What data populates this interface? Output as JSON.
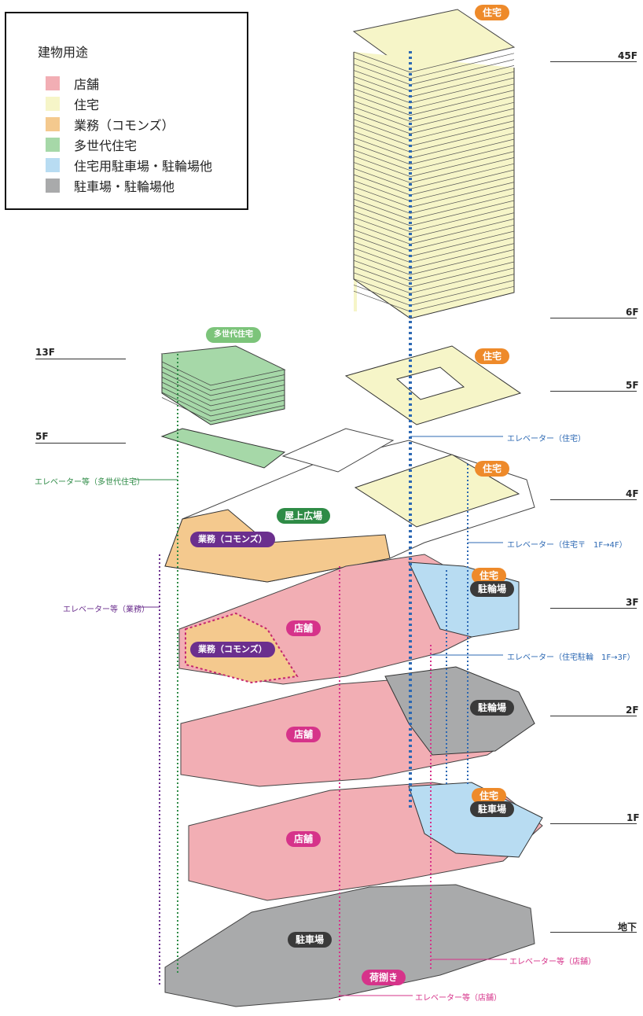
{
  "legend": {
    "title": "建物用途",
    "items": [
      {
        "label": "店舗",
        "color": "#f2aeb4"
      },
      {
        "label": "住宅",
        "color": "#f6f5c8"
      },
      {
        "label": "業務（コモンズ）",
        "color": "#f4c98e"
      },
      {
        "label": "多世代住宅",
        "color": "#a6d8a8"
      },
      {
        "label": "住宅用駐車場・駐輪場他",
        "color": "#b8dcf2"
      },
      {
        "label": "駐車場・駐輪場他",
        "color": "#a9aaab"
      }
    ]
  },
  "floors": {
    "f45": "45F",
    "f6": "6F",
    "f5_tower": "5F",
    "f4": "4F",
    "f3": "3F",
    "f2": "2F",
    "f1": "1F",
    "basement": "地下",
    "f13_multi": "13F",
    "f5_multi": "5F"
  },
  "tags": {
    "residence_top": "住宅",
    "multi_gen": "多世代住宅",
    "residence_5f": "住宅",
    "residence_4f": "住宅",
    "rooftop_plaza": "屋上広場",
    "commons_4f": "業務（コモンズ）",
    "residence_3f": "住宅",
    "bicycle_3f": "駐輪場",
    "store_3f": "店舗",
    "commons_3f": "業務（コモンズ）",
    "bicycle_2f": "駐輪場",
    "store_2f": "店舗",
    "residence_1f": "住宅",
    "parking_1f": "駐車場",
    "store_1f": "店舗",
    "parking_b": "駐車場",
    "loading_b": "荷捌き"
  },
  "annotations": {
    "elev_residence": "エレベーター（住宅）",
    "elev_multi": "エレベーター等（多世代住宅）",
    "elev_res_lower": "エレベーター（住宅〒　1F→4F）",
    "elev_business": "エレベーター等（業務）",
    "elev_res_bike": "エレベーター（住宅駐輪　1F→3F）",
    "elev_store_right": "エレベーター等（店舗）",
    "elev_store_bottom": "エレベーター等（店舗）"
  },
  "colors": {
    "store": "#f2aeb4",
    "residence": "#f6f5c8",
    "commons": "#f4c98e",
    "multi": "#a6d8a8",
    "res_parking": "#b8dcf2",
    "parking": "#a9aaab",
    "orange_tag": "#ee8a2a",
    "green_tag": "#7cc47a",
    "purple": "#6b2f8e",
    "pink": "#d6338a",
    "blue": "#2c68b3",
    "dark_green": "#2e8b46",
    "dark_tag": "#3a3a3a"
  }
}
